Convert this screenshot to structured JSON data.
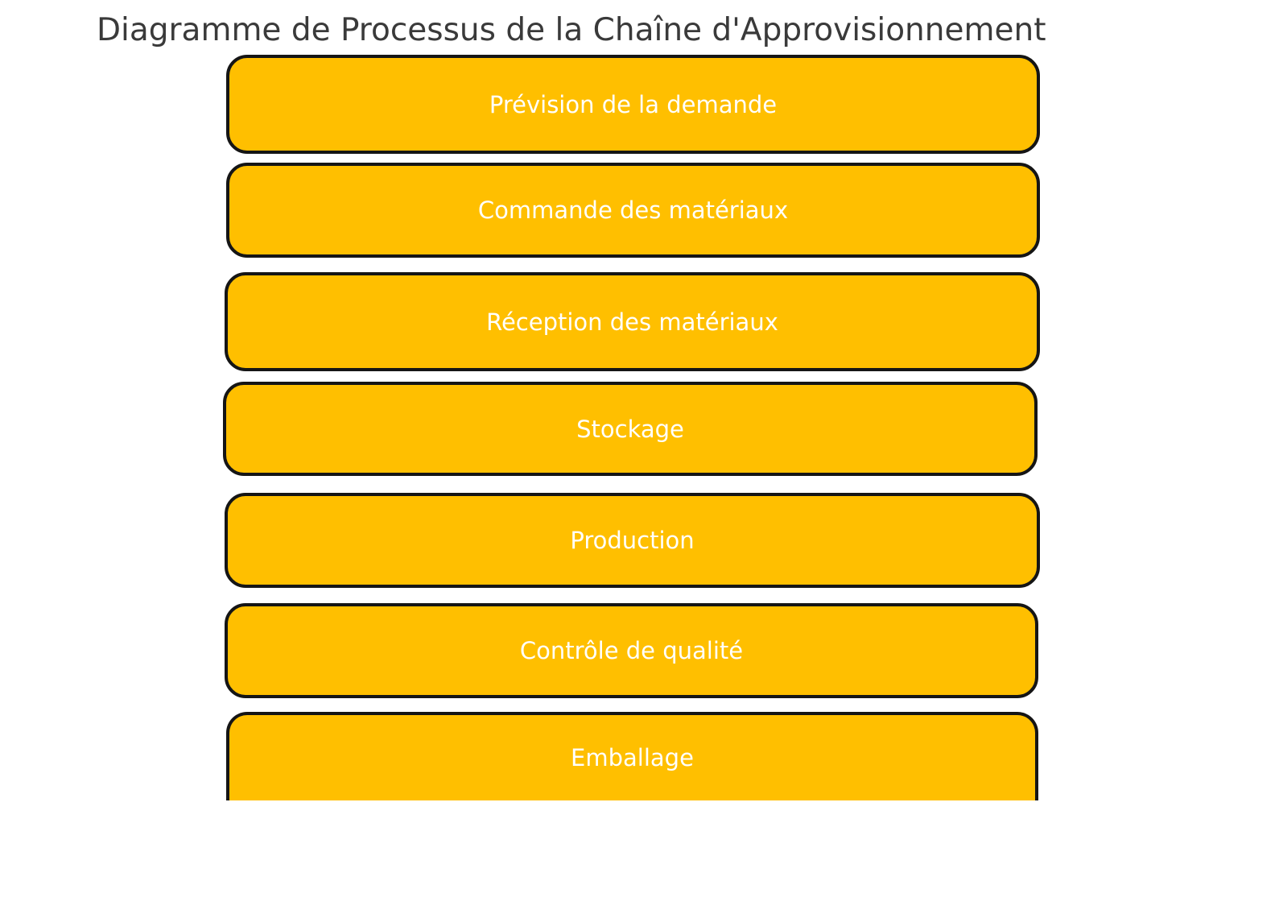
{
  "title": "Diagramme de Processus de la Chaîne d'Approvisionnement",
  "colors": {
    "node_fill": "#ffbf00",
    "node_border": "#151515",
    "node_text": "#ffffff",
    "title_text": "#3a3a3a",
    "background": "#ffffff"
  },
  "chart_data": {
    "type": "flowchart",
    "orientation": "vertical",
    "title": "Diagramme de Processus de la Chaîne d'Approvisionnement",
    "node_count": 7,
    "nodes": [
      {
        "id": 1,
        "label": "Prévision de la demande"
      },
      {
        "id": 2,
        "label": "Commande des matériaux"
      },
      {
        "id": 3,
        "label": "Réception des matériaux"
      },
      {
        "id": 4,
        "label": "Stockage"
      },
      {
        "id": 5,
        "label": "Production"
      },
      {
        "id": 6,
        "label": "Contrôle de qualité"
      },
      {
        "id": 7,
        "label": "Emballage"
      }
    ]
  },
  "steps": [
    {
      "label": "Prévision de la demande"
    },
    {
      "label": "Commande des matériaux"
    },
    {
      "label": "Réception des matériaux"
    },
    {
      "label": "Stockage"
    },
    {
      "label": "Production"
    },
    {
      "label": "Contrôle de qualité"
    },
    {
      "label": "Emballage"
    }
  ]
}
